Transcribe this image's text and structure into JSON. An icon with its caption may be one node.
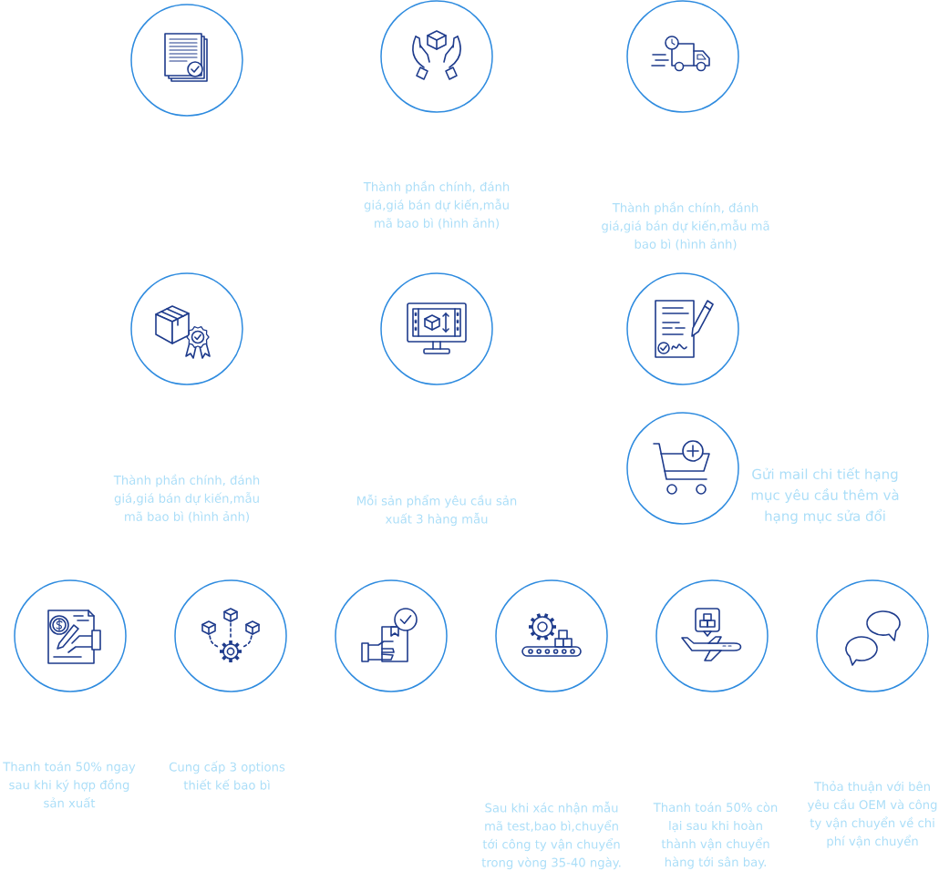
{
  "diagram": {
    "nodes": [
      {
        "text": [],
        "shape": "circle"
      },
      {
        "text": [],
        "shape": "circle"
      },
      {
        "text": [],
        "shape": "circle"
      },
      {
        "text": [],
        "shape": "circle"
      },
      {
        "text": [],
        "shape": "circle"
      },
      {
        "text": [],
        "shape": "circle"
      },
      {
        "text": [],
        "shape": "circle",
        "beside": [
          "Gửi mail chi tiết hạng mục yêu cầu thêm và hạng mục sửa đổi"
        ]
      },
      {
        "text": [],
        "shape": "circle"
      },
      {
        "text": [],
        "shape": "circle"
      },
      {
        "text": [],
        "shape": "circle"
      },
      {
        "text": [],
        "shape": "circle"
      },
      {
        "text": [],
        "shape": "circle"
      },
      {
        "text": [],
        "shape": "circle"
      }
    ],
    "labels": [
      "Thành phần chính, đánh giá,giá bán dự kiến,mẫu mã bao bì (hình ảnh)",
      "Thành phần chính, đánh giá,giá bán dự kiến,mẫu mã bao bì (hình ảnh)",
      "Thành phần chính, đánh giá,giá bán dự kiến,mẫu mã bao bì (hình ảnh)",
      "Mỗi sản phẩm yêu cầu sản xuất 3 hàng mẫu",
      "Thanh toán 50% ngay sau khi ký hợp đồng sản xuất",
      "Cung cấp 3 options thiết kế bao bì",
      "Thỏa thuận với bên yêu cầu OEM và công ty vận chuyển về chi phí vận chuyển",
      "Sau khi xác nhận mẫu mã test,bao bì,chuyển tới công ty vận chuyển trong vòng 35-40 ngày.",
      "Thanh toán 50% còn lại sau khi hoàn thành vận chuyển hàng tới sân bay."
    ]
  }
}
